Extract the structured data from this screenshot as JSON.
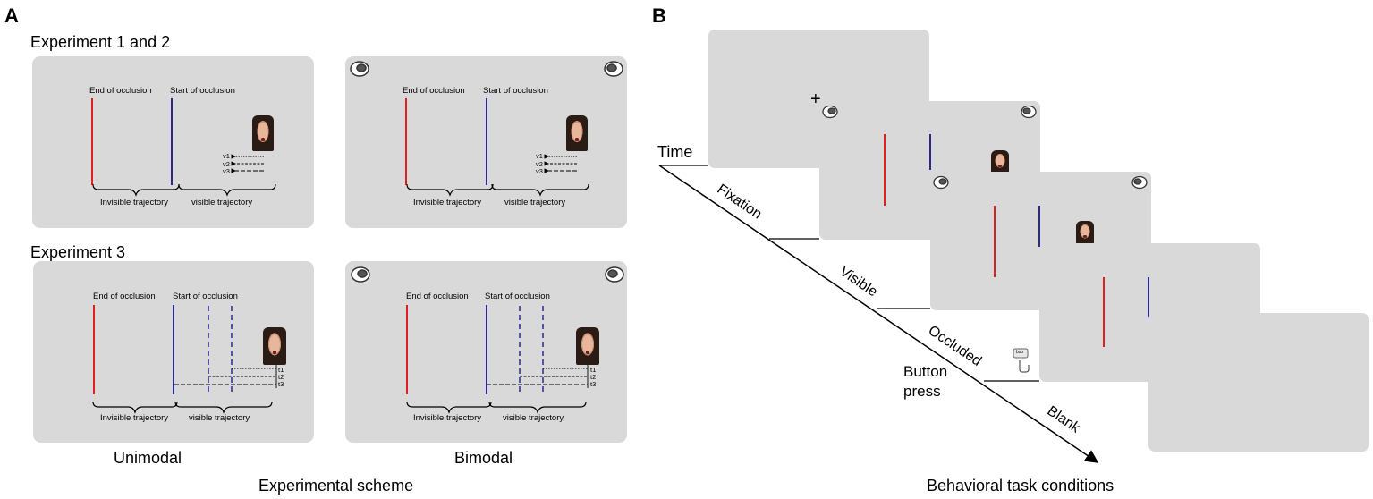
{
  "panel_a": {
    "letter": "A",
    "exp12_title": "Experiment 1 and 2",
    "exp3_title": "Experiment 3",
    "end_label": "End of occlusion",
    "start_label": "Start of occlusion",
    "invisible_label": "Invisible trajectory",
    "visible_label": "visible trajectory",
    "velocity_labels": [
      "v1",
      "v2",
      "v3"
    ],
    "time_labels": [
      "t1",
      "t2",
      "t3"
    ],
    "col_unimodal": "Unimodal",
    "col_bimodal": "Bimodal",
    "caption": "Experimental scheme"
  },
  "panel_b": {
    "letter": "B",
    "time_label": "Time",
    "stages": [
      "Fixation",
      "Visible",
      "Occluded",
      "Blank"
    ],
    "button_press": "Button press",
    "button_key": "bsp",
    "caption": "Behavioral task conditions"
  },
  "colors": {
    "screen": "#d9d9d9",
    "red_line": "#e02020",
    "blue_line": "#2a2a8c"
  }
}
